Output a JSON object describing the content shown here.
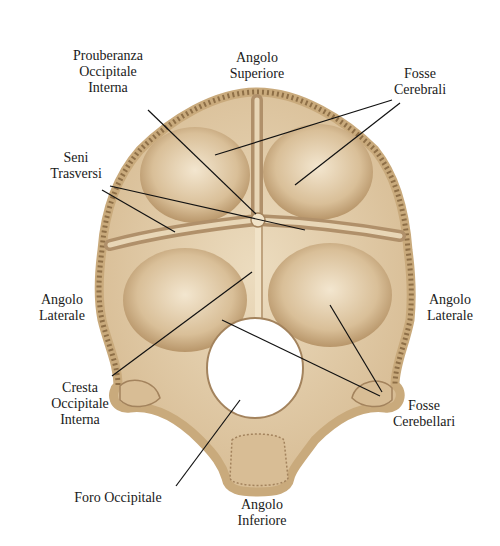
{
  "diagram": {
    "labels": [
      "Angolo Superiore",
      "Prouberanza Occipitale Interna",
      "Fosse Cerebrali",
      "Seni Trasversi",
      "Angolo Laterale",
      "Angolo Laterale",
      "Cresta Occipitale Interna",
      "Fosse Cerebellari",
      "Foro Occipitale",
      "Angolo Inferiore"
    ]
  }
}
